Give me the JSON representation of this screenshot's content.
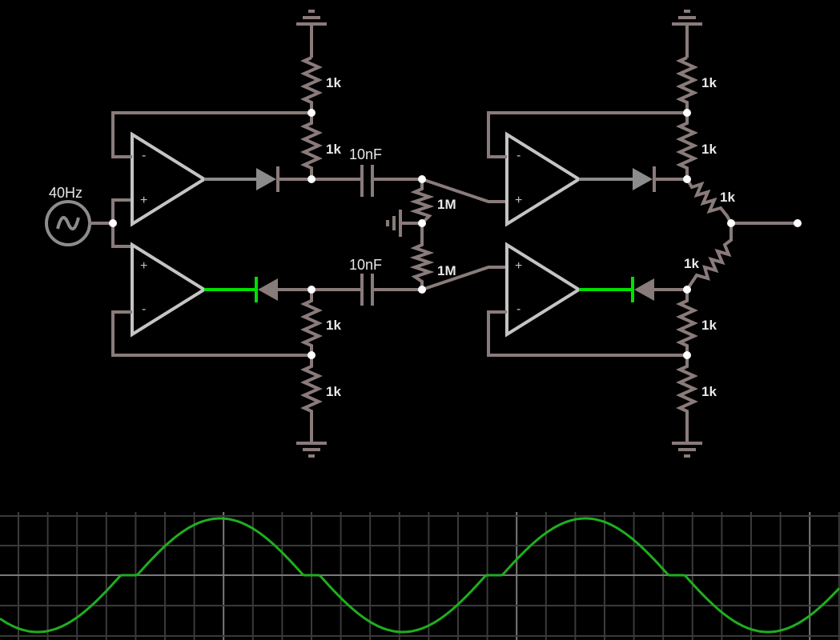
{
  "circuit": {
    "source": {
      "label": "40Hz",
      "icon": "ac-source-icon"
    },
    "resistors": {
      "left_top_upper": "1k",
      "left_top_lower": "1k",
      "left_bottom_upper": "1k",
      "left_bottom_lower": "1k",
      "mid_upper": "1M",
      "mid_lower": "1M",
      "right_top_upper": "1k",
      "right_top_lower": "1k",
      "right_diag_upper": "1k",
      "right_diag_lower": "1k",
      "right_bottom_upper": "1k",
      "right_bottom_lower": "1k"
    },
    "capacitors": {
      "upper": "10nF",
      "lower": "10nF"
    },
    "opamp_signs": {
      "minus": "-",
      "plus": "+"
    },
    "colors": {
      "wire": "#8a7b7b",
      "active_wire": "#00e000",
      "opamp": "#c4c4c4",
      "node": "#ffffff"
    }
  },
  "scope": {
    "trace_color": "#1fae1f",
    "waveform": "half-wave-with-deadband sine",
    "frequency_hz": 40
  }
}
